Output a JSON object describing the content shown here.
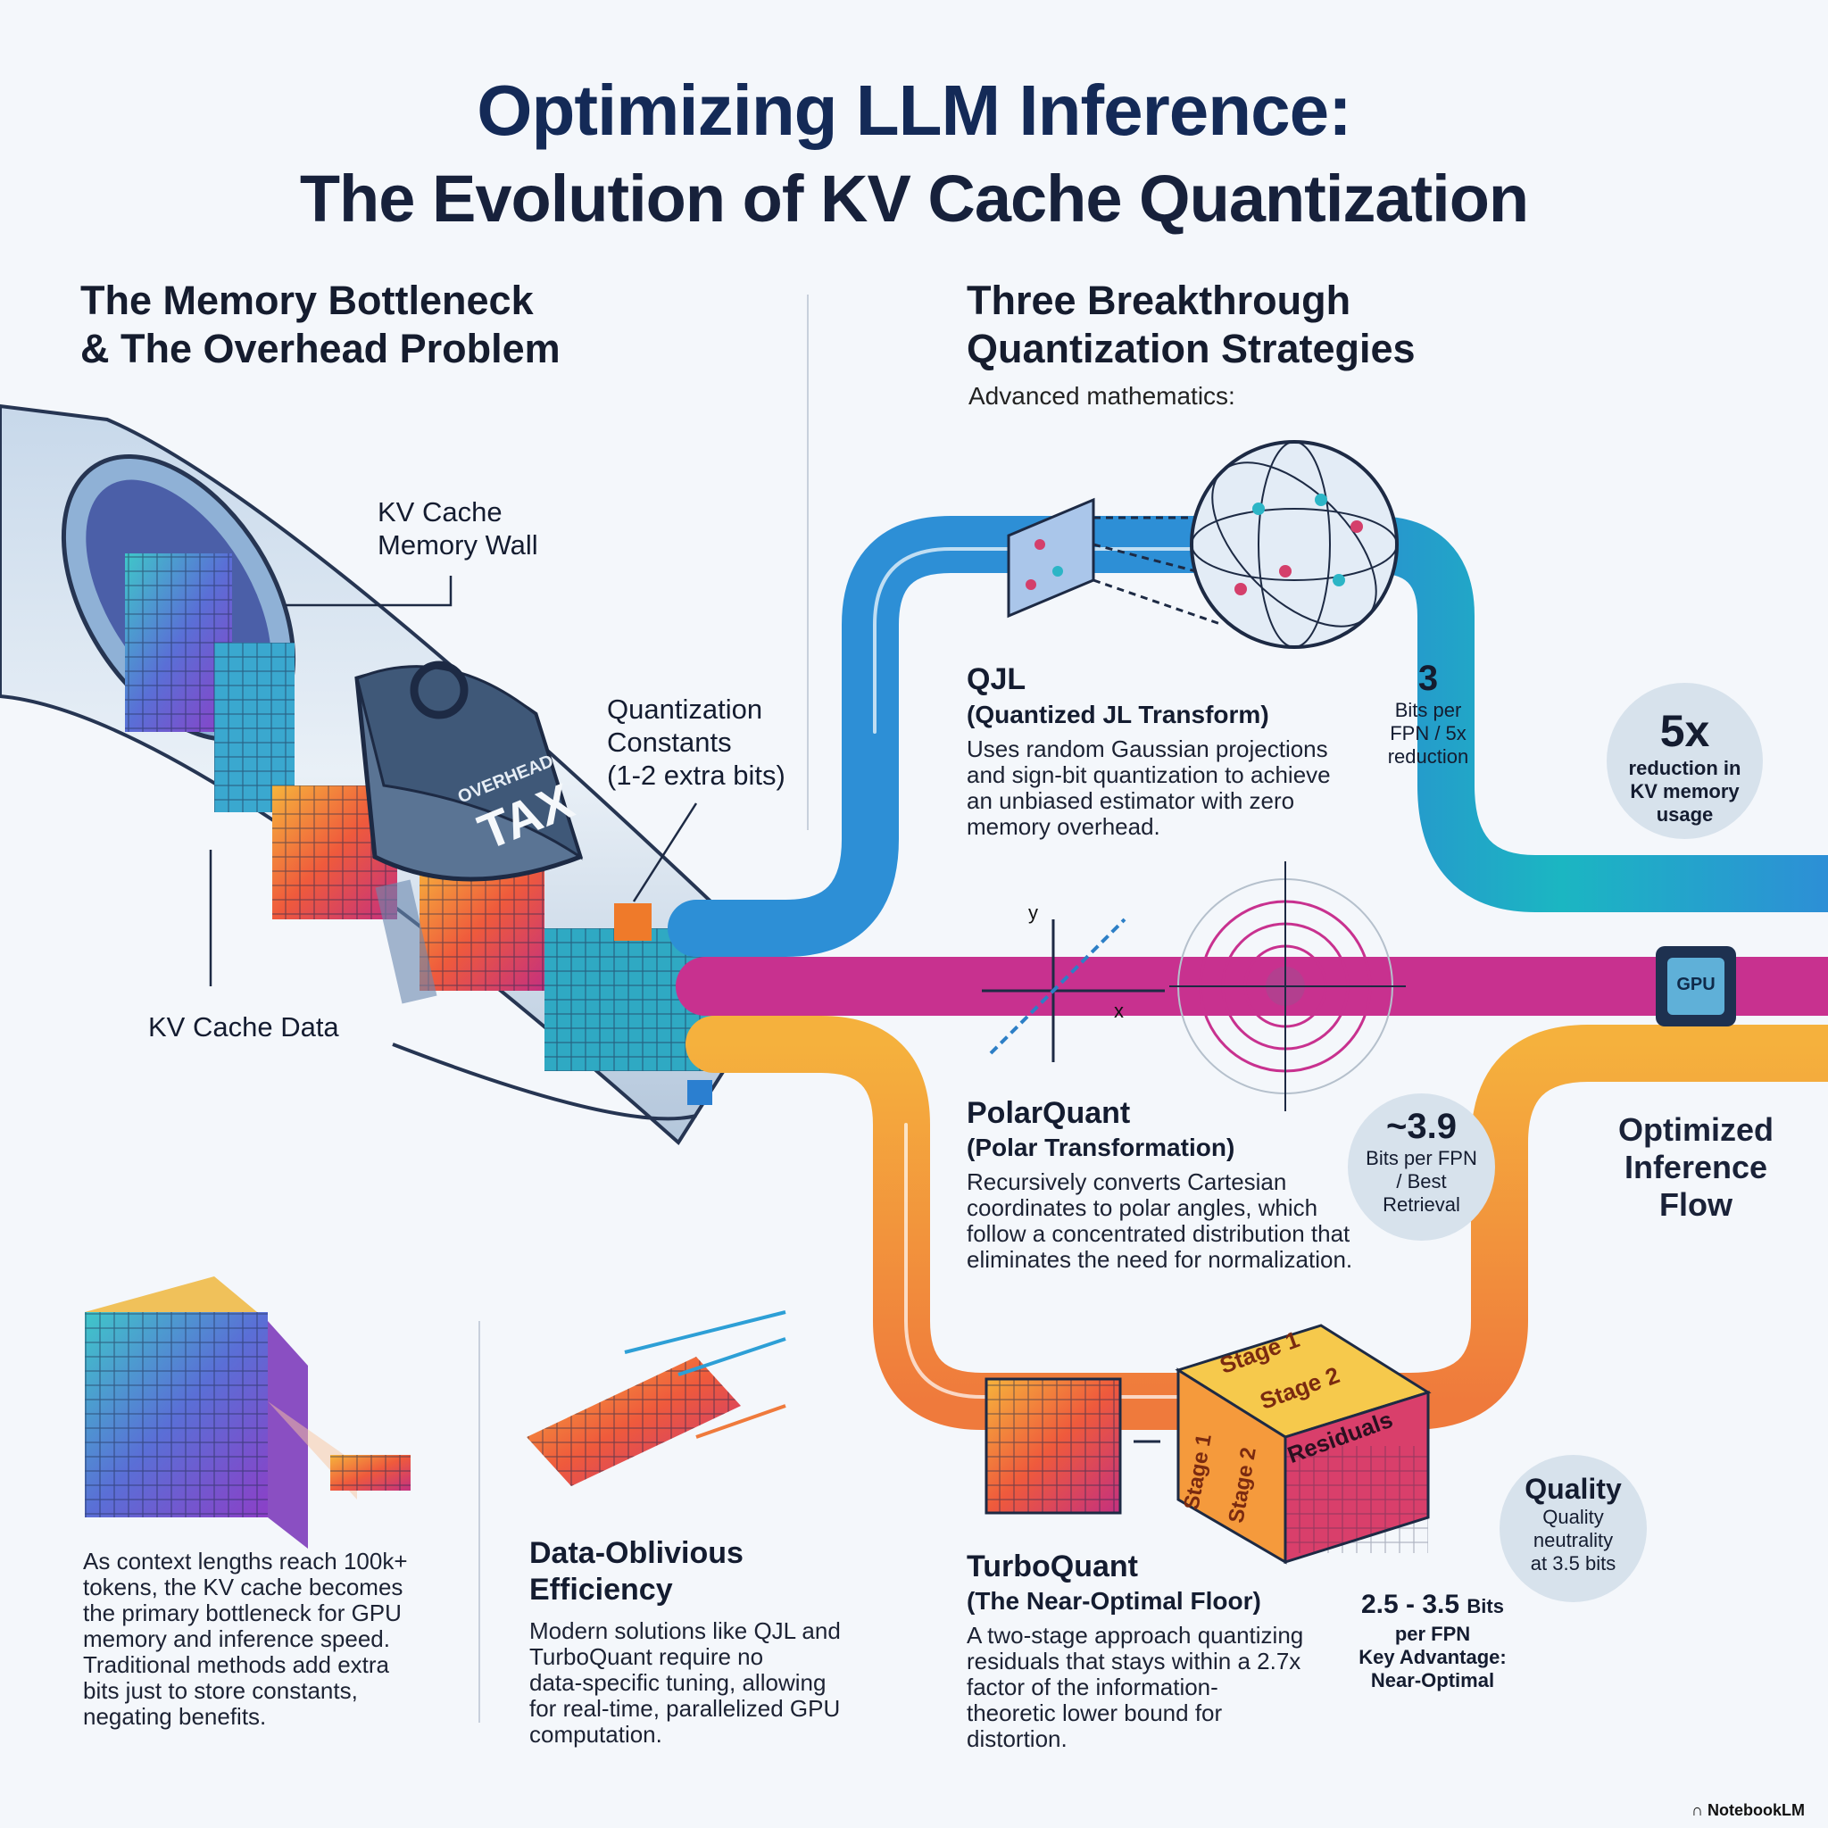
{
  "title": {
    "main": "Optimizing LLM Inference:",
    "sub": "The Evolution of KV Cache Quantization"
  },
  "left": {
    "heading_line1": "The Memory Bottleneck",
    "heading_line2": "& The Overhead Problem",
    "kv_wall_line1": "KV Cache",
    "kv_wall_line2": "Memory Wall",
    "kv_data": "KV Cache Data",
    "qc_line1": "Quantization",
    "qc_line2": "Constants",
    "qc_line3": "(1-2 extra bits)",
    "weight_top": "OVERHEAD",
    "weight_main": "TAX",
    "bottleneck_text": [
      "As context lengths reach 100k+",
      "tokens, the KV cache becomes",
      "the primary bottleneck for GPU",
      "memory and inference speed.",
      "Traditional methods add extra",
      "bits just to store constants,",
      "negating benefits."
    ],
    "efficiency_heading1": "Data-Oblivious",
    "efficiency_heading2": "Efficiency",
    "efficiency_text": [
      "Modern solutions like QJL and",
      "TurboQuant require no",
      "data-specific tuning, allowing",
      "for real-time, parallelized GPU",
      "computation."
    ]
  },
  "right": {
    "heading_line1": "Three Breakthrough",
    "heading_line2": "Quantization Strategies",
    "subheading": "Advanced mathematics:"
  },
  "qjl": {
    "name": "QJL",
    "subtitle": "(Quantized JL Transform)",
    "text": [
      "Uses random Gaussian projections",
      "and sign-bit quantization to achieve",
      "an unbiased estimator with zero",
      "memory overhead."
    ],
    "stat_value": "3",
    "stat_lines": [
      "Bits per",
      "FPN / 5x",
      "reduction"
    ]
  },
  "polar": {
    "name": "PolarQuant",
    "subtitle": "(Polar Transformation)",
    "text": [
      "Recursively converts Cartesian",
      "coordinates to polar angles, which",
      "follow a concentrated distribution that",
      "eliminates the need for normalization."
    ],
    "axis_y": "y",
    "axis_x": "x",
    "stat_value": "~3.9",
    "stat_lines": [
      "Bits per FPN",
      "/ Best",
      "Retrieval"
    ]
  },
  "turbo": {
    "name": "TurboQuant",
    "subtitle": "(The Near-Optimal Floor)",
    "text": [
      "A two-stage approach quantizing",
      "residuals that stays within a 2.7x",
      "factor of the information-",
      "theoretic lower bound for",
      "distortion."
    ],
    "stage1": "Stage 1",
    "stage2": "Stage 2",
    "residuals": "Residuals",
    "stat_value": "2.5 - 3.5",
    "stat_unit": "Bits",
    "stat_line2": "per FPN",
    "stat_line3": "Key Advantage:",
    "stat_line4": "Near-Optimal"
  },
  "reduction": {
    "value": "5x",
    "lines": [
      "reduction in",
      "KV memory",
      "usage"
    ]
  },
  "gpu_label": "GPU",
  "flow": [
    "Optimized",
    "Inference",
    "Flow"
  ],
  "quality": {
    "title": "Quality",
    "lines": [
      "Quality",
      "neutrality",
      "at 3.5 bits"
    ]
  },
  "watermark": "NotebookLM",
  "colors": {
    "title": "#142a57",
    "teal_pipe": "#1fb2c4",
    "blue_pipe": "#2d8fd6",
    "magenta_pipe": "#c8318f",
    "orange_pipe": "#f3a43a",
    "bubble": "#d7e2ec"
  }
}
